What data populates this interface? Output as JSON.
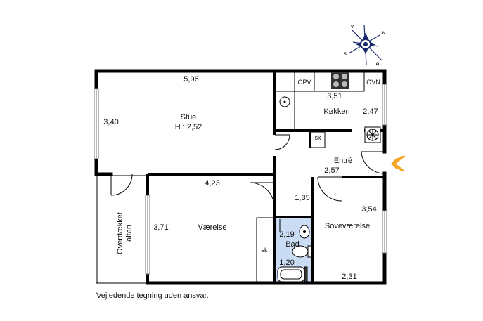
{
  "plan": {
    "rooms": {
      "stue": {
        "name": "Stue",
        "height": "H : 2,52",
        "dims": [
          "5,96",
          "3,40"
        ]
      },
      "kokken": {
        "name": "Køkken",
        "dims": [
          "3,51",
          "2,47"
        ]
      },
      "entre": {
        "name": "Entré",
        "dims": [
          "2,57",
          "1,35"
        ]
      },
      "vaerelse": {
        "name": "Værelse",
        "dims": [
          "4,23",
          "3,71"
        ]
      },
      "bad": {
        "name": "Bad",
        "dims": [
          "2,19",
          "1,20"
        ]
      },
      "sovevaerelse": {
        "name": "Soveværelse",
        "dims": [
          "3,54",
          "2,31"
        ]
      },
      "altan": {
        "name_line1": "Overdækket",
        "name_line2": "altan"
      }
    },
    "appliances": {
      "opv": "OPV",
      "ovn": "OVN",
      "sk_kitchen": "sk",
      "sk_room": "sk"
    },
    "compass": {
      "n": "N",
      "s": "S",
      "v": "V",
      "e": "Ø"
    },
    "entrance_arrow_color": "#f5a623",
    "bathroom_color": "#c9dcf3"
  },
  "footer": {
    "disclaimer": "Vejledende tegning uden ansvar."
  }
}
